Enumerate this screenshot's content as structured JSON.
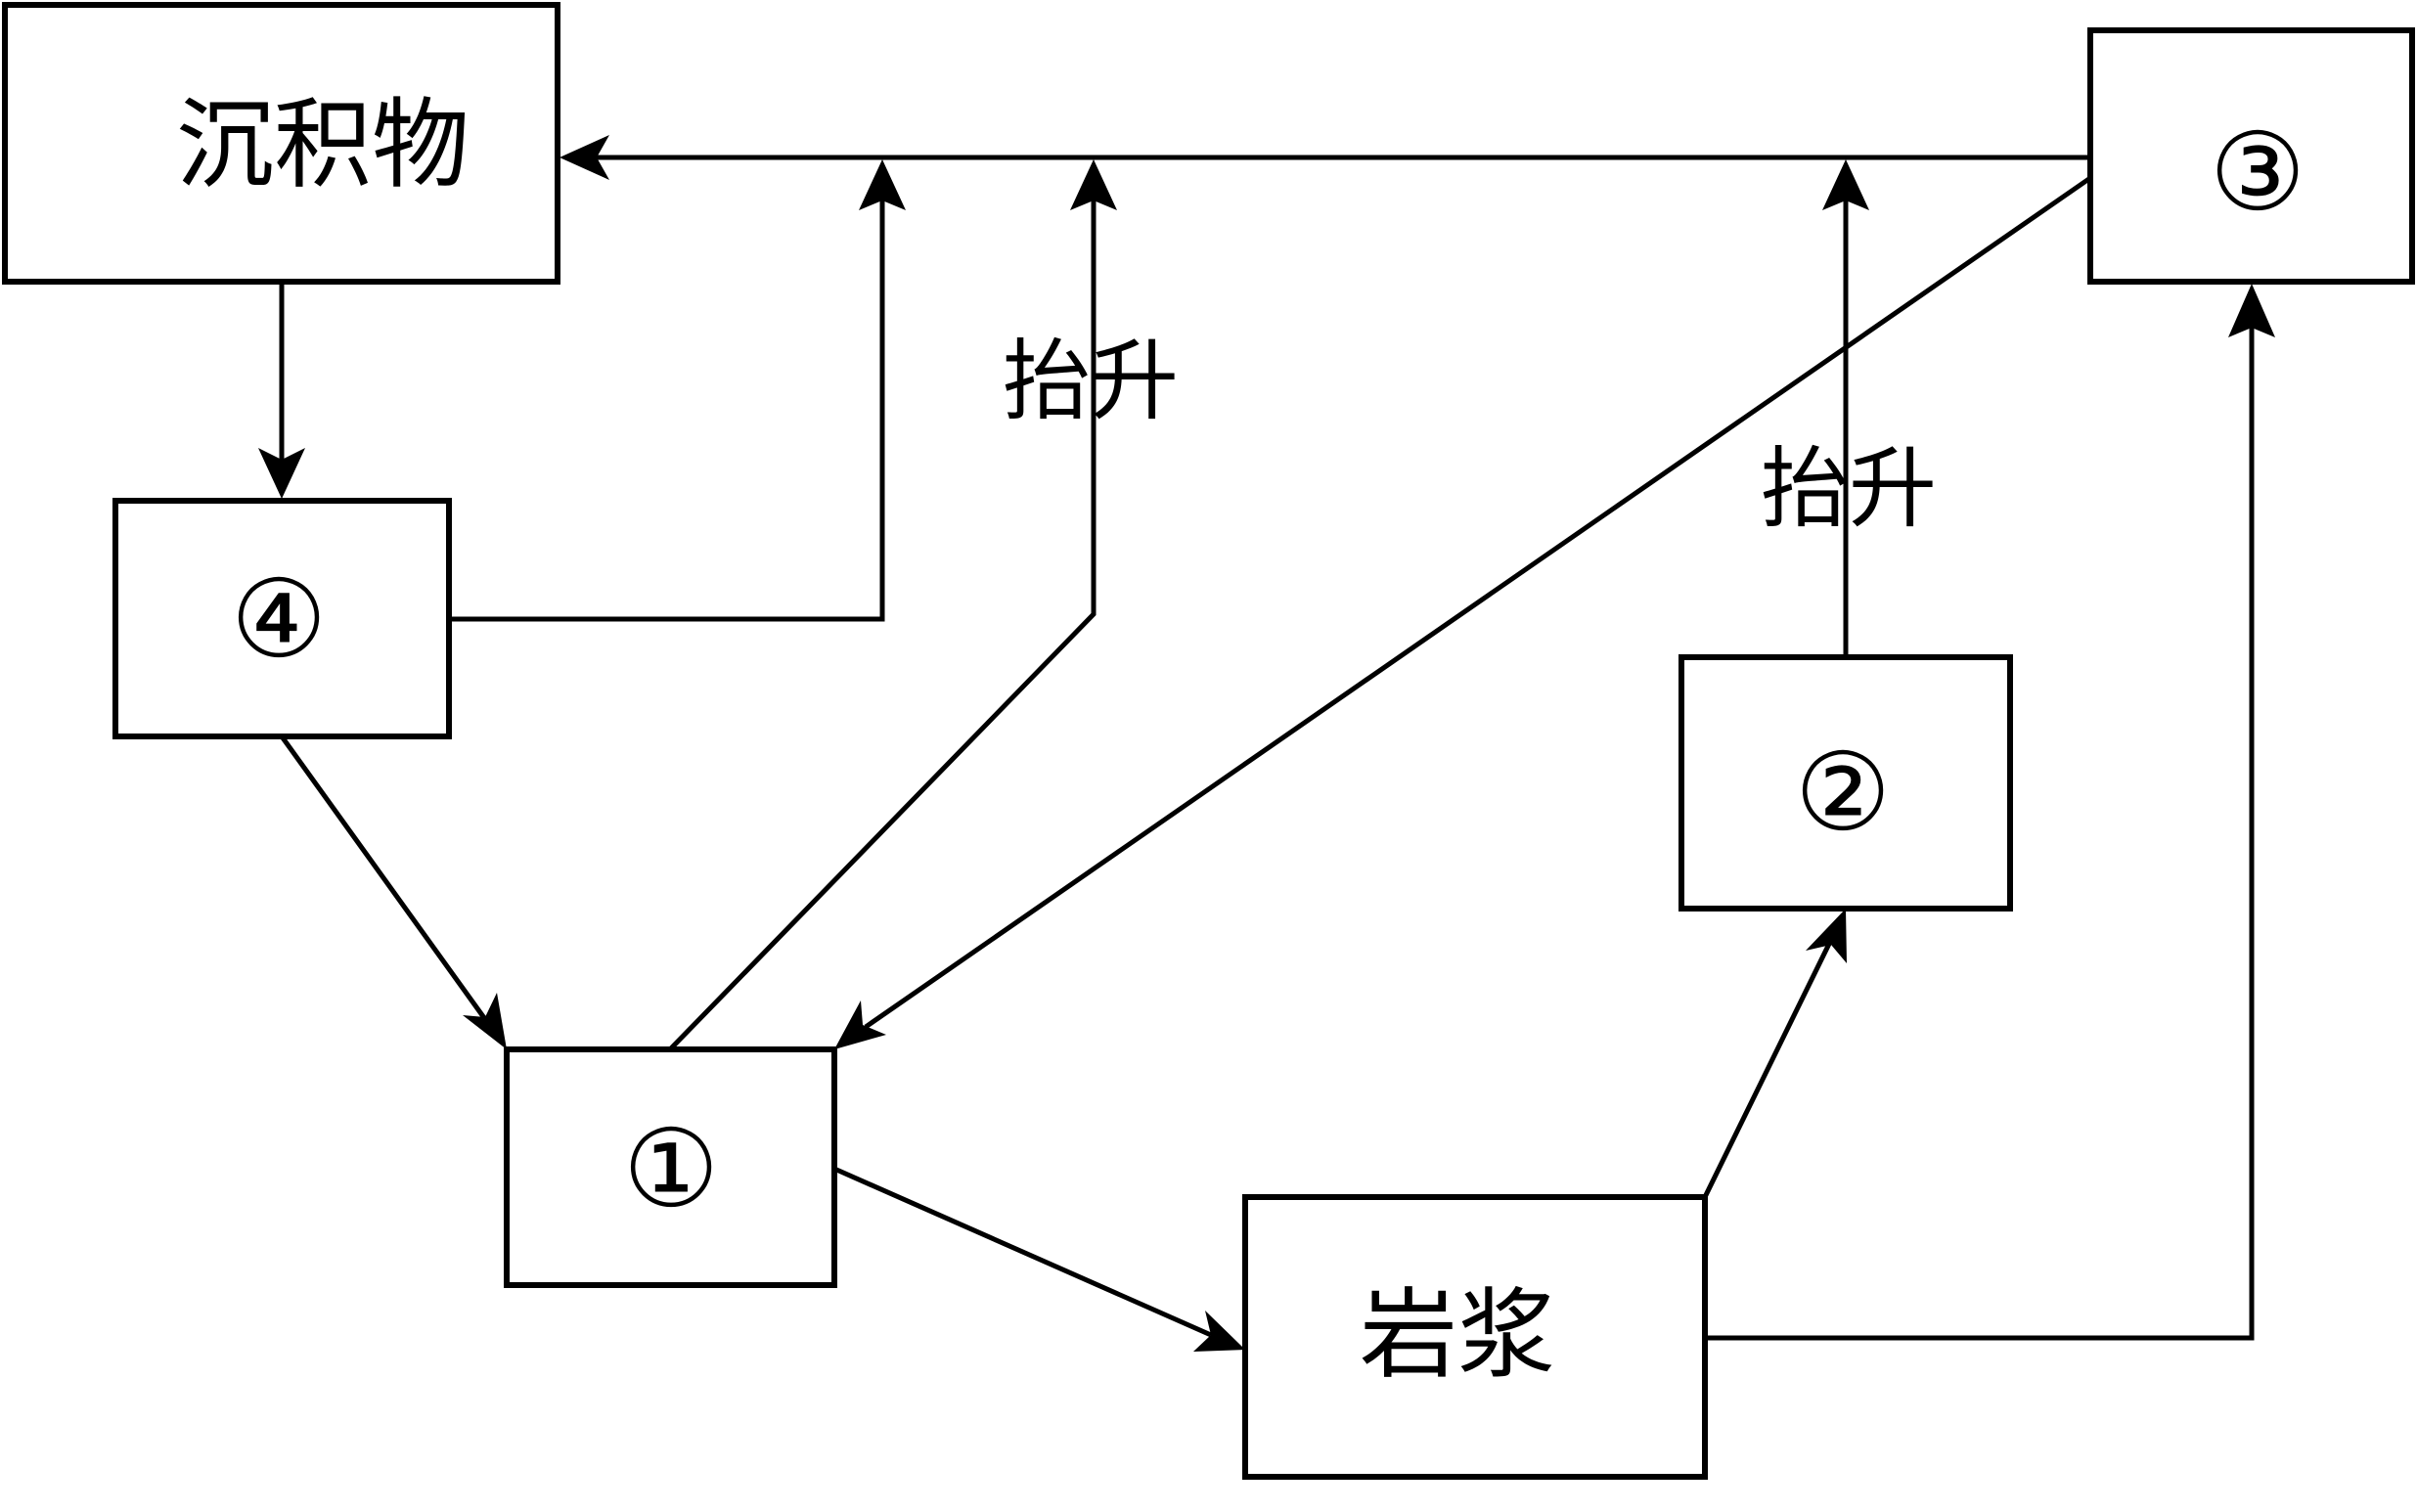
{
  "diagram": {
    "title": "Rock cycle diagram",
    "nodes": {
      "sediment": {
        "label": "沉积物"
      },
      "node4": {
        "label": "④"
      },
      "node3": {
        "label": "③"
      },
      "node2": {
        "label": "②"
      },
      "node1": {
        "label": "①"
      },
      "magma": {
        "label": "岩浆"
      }
    },
    "edges": [
      {
        "from": "node3",
        "to": "sediment",
        "label": ""
      },
      {
        "from": "node4",
        "to": "sediment",
        "label": ""
      },
      {
        "from": "node1",
        "to": "sediment",
        "label": "抬升"
      },
      {
        "from": "node2",
        "to": "sediment",
        "label": "抬升"
      },
      {
        "from": "sediment",
        "to": "node4",
        "label": ""
      },
      {
        "from": "node4",
        "to": "node1",
        "label": ""
      },
      {
        "from": "node3",
        "to": "node1",
        "label": ""
      },
      {
        "from": "node1",
        "to": "magma",
        "label": ""
      },
      {
        "from": "magma",
        "to": "node2",
        "label": ""
      },
      {
        "from": "magma",
        "to": "node3",
        "label": ""
      }
    ],
    "edge_labels": {
      "uplift_1": "抬升",
      "uplift_2": "抬升"
    }
  }
}
